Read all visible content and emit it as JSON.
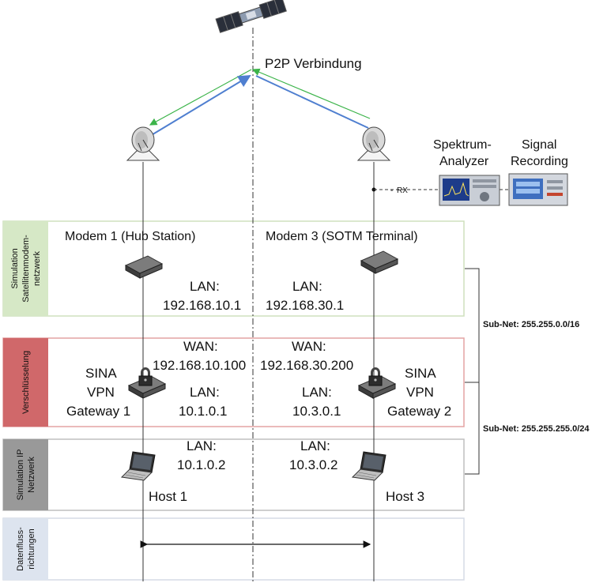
{
  "title": "P2P Verbindung",
  "lanes": {
    "simulation_sat": "Simulation Satellitenmodem-netzwerk",
    "simulation_sat_l1": "Simulation",
    "simulation_sat_l2": "Satellitenmodem-",
    "simulation_sat_l3": "netzwerk",
    "encryption": "Verschlüsselung",
    "simulation_ip_l1": "Simulation IP",
    "simulation_ip_l2": "Netzwerk",
    "dataflow_l1": "Datenfluss-",
    "dataflow_l2": "richtungen"
  },
  "modem1": {
    "label": "Modem 1 (Hub Station)",
    "lan_label": "LAN:",
    "lan_ip": "192.168.10.1"
  },
  "modem3": {
    "label": "Modem 3 (SOTM Terminal)",
    "lan_label": "LAN:",
    "lan_ip": "192.168.30.1"
  },
  "gateway1": {
    "l1": "SINA",
    "l2": "VPN",
    "l3": "Gateway 1",
    "wan_label": "WAN:",
    "wan_ip": "192.168.10.100",
    "lan_label": "LAN:",
    "lan_ip": "10.1.0.1"
  },
  "gateway2": {
    "l1": "SINA",
    "l2": "VPN",
    "l3": "Gateway 2",
    "wan_label": "WAN:",
    "wan_ip": "192.168.30.200",
    "lan_label": "LAN:",
    "lan_ip": "10.3.0.1"
  },
  "host1": {
    "label": "Host 1",
    "lan_label": "LAN:",
    "lan_ip": "10.1.0.2"
  },
  "host3": {
    "label": "Host 3",
    "lan_label": "LAN:",
    "lan_ip": "10.3.0.2"
  },
  "instruments": {
    "spektrum_l1": "Spektrum-",
    "spektrum_l2": "Analyzer",
    "signal_l1": "Signal",
    "signal_l2": "Recording",
    "rx": "RX"
  },
  "subnets": {
    "big": "Sub-Net: 255.255.0.0/16",
    "small": "Sub-Net: 255.255.255.0/24"
  },
  "colors": {
    "lane_sat": "#d6e8c6",
    "lane_enc": "#d0686a",
    "lane_ip": "#999999",
    "lane_flow": "#dde4ef",
    "arrow_green": "#3cb44a",
    "arrow_blue": "#4f7fd0",
    "box_sat": "#cfe0bd",
    "box_enc": "#e4a3a3",
    "box_ip": "#bfbfbf",
    "box_flow": "#d5dbe6"
  },
  "icons": [
    "satellite-icon",
    "dish-antenna-icon",
    "modem-icon",
    "vpn-gateway-icon",
    "laptop-icon",
    "spectrum-analyzer-icon",
    "signal-recorder-icon"
  ]
}
